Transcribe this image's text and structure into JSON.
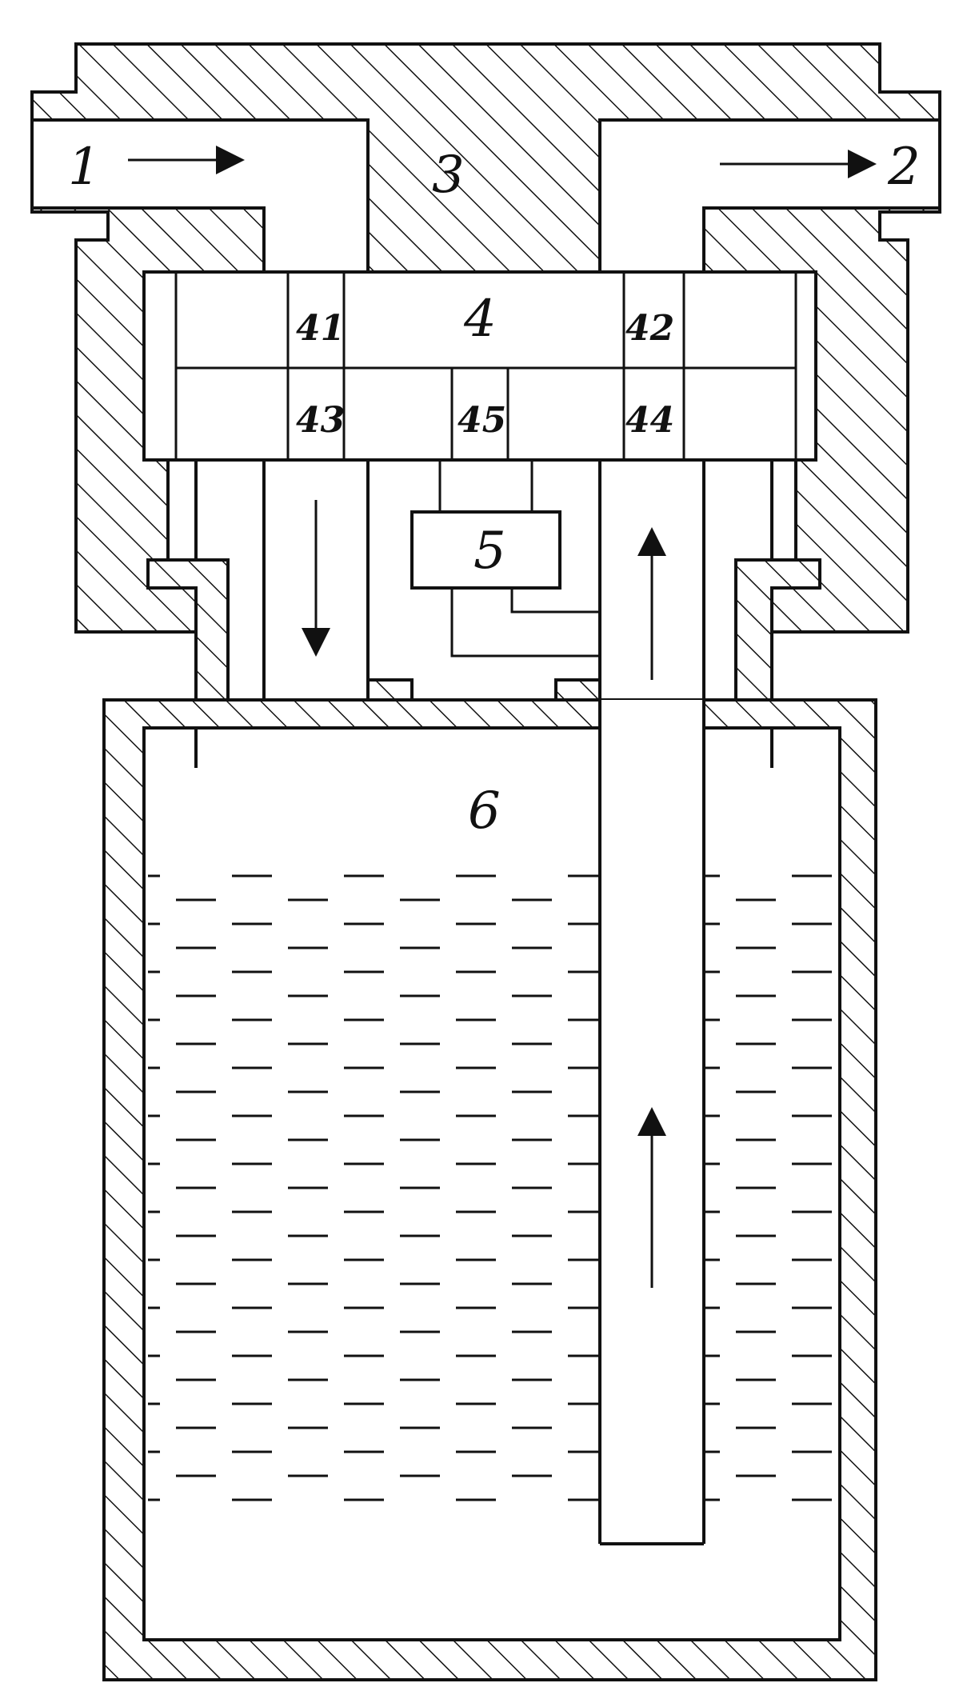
{
  "labels": {
    "inlet": "1",
    "outlet": "2",
    "housing": "3",
    "valve_block": "4",
    "port_41": "41",
    "port_42": "42",
    "port_43": "43",
    "port_44": "44",
    "port_45": "45",
    "controller": "5",
    "tank": "6"
  },
  "colors": {
    "ink": "#111111",
    "background": "#ffffff"
  }
}
